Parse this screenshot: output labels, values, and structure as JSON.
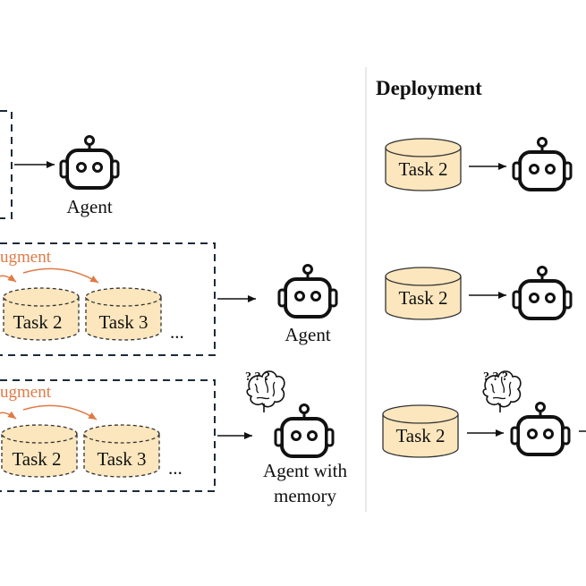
{
  "deployment_title": "Deployment",
  "augment_label": "ugment",
  "ellipsis": "...",
  "left": {
    "row1": {
      "agent_label": "Agent"
    },
    "row2": {
      "tasks": [
        "Task 2",
        "Task 3"
      ],
      "agent_label": "Agent"
    },
    "row3": {
      "tasks": [
        "Task 2",
        "Task 3"
      ],
      "agent_label_line1": "Agent with",
      "agent_label_line2": "memory"
    }
  },
  "right": {
    "rows": [
      {
        "task": "Task 2"
      },
      {
        "task": "Task 2"
      },
      {
        "task": "Task 2"
      }
    ]
  },
  "thinking_marks": "? ? ?",
  "colors": {
    "task_fill": "#fbe6bd",
    "augment": "#e07a45",
    "dash_border": "#1c2b3a",
    "divider": "#dddddd"
  },
  "icons": [
    "robot-icon",
    "brain-icon"
  ]
}
